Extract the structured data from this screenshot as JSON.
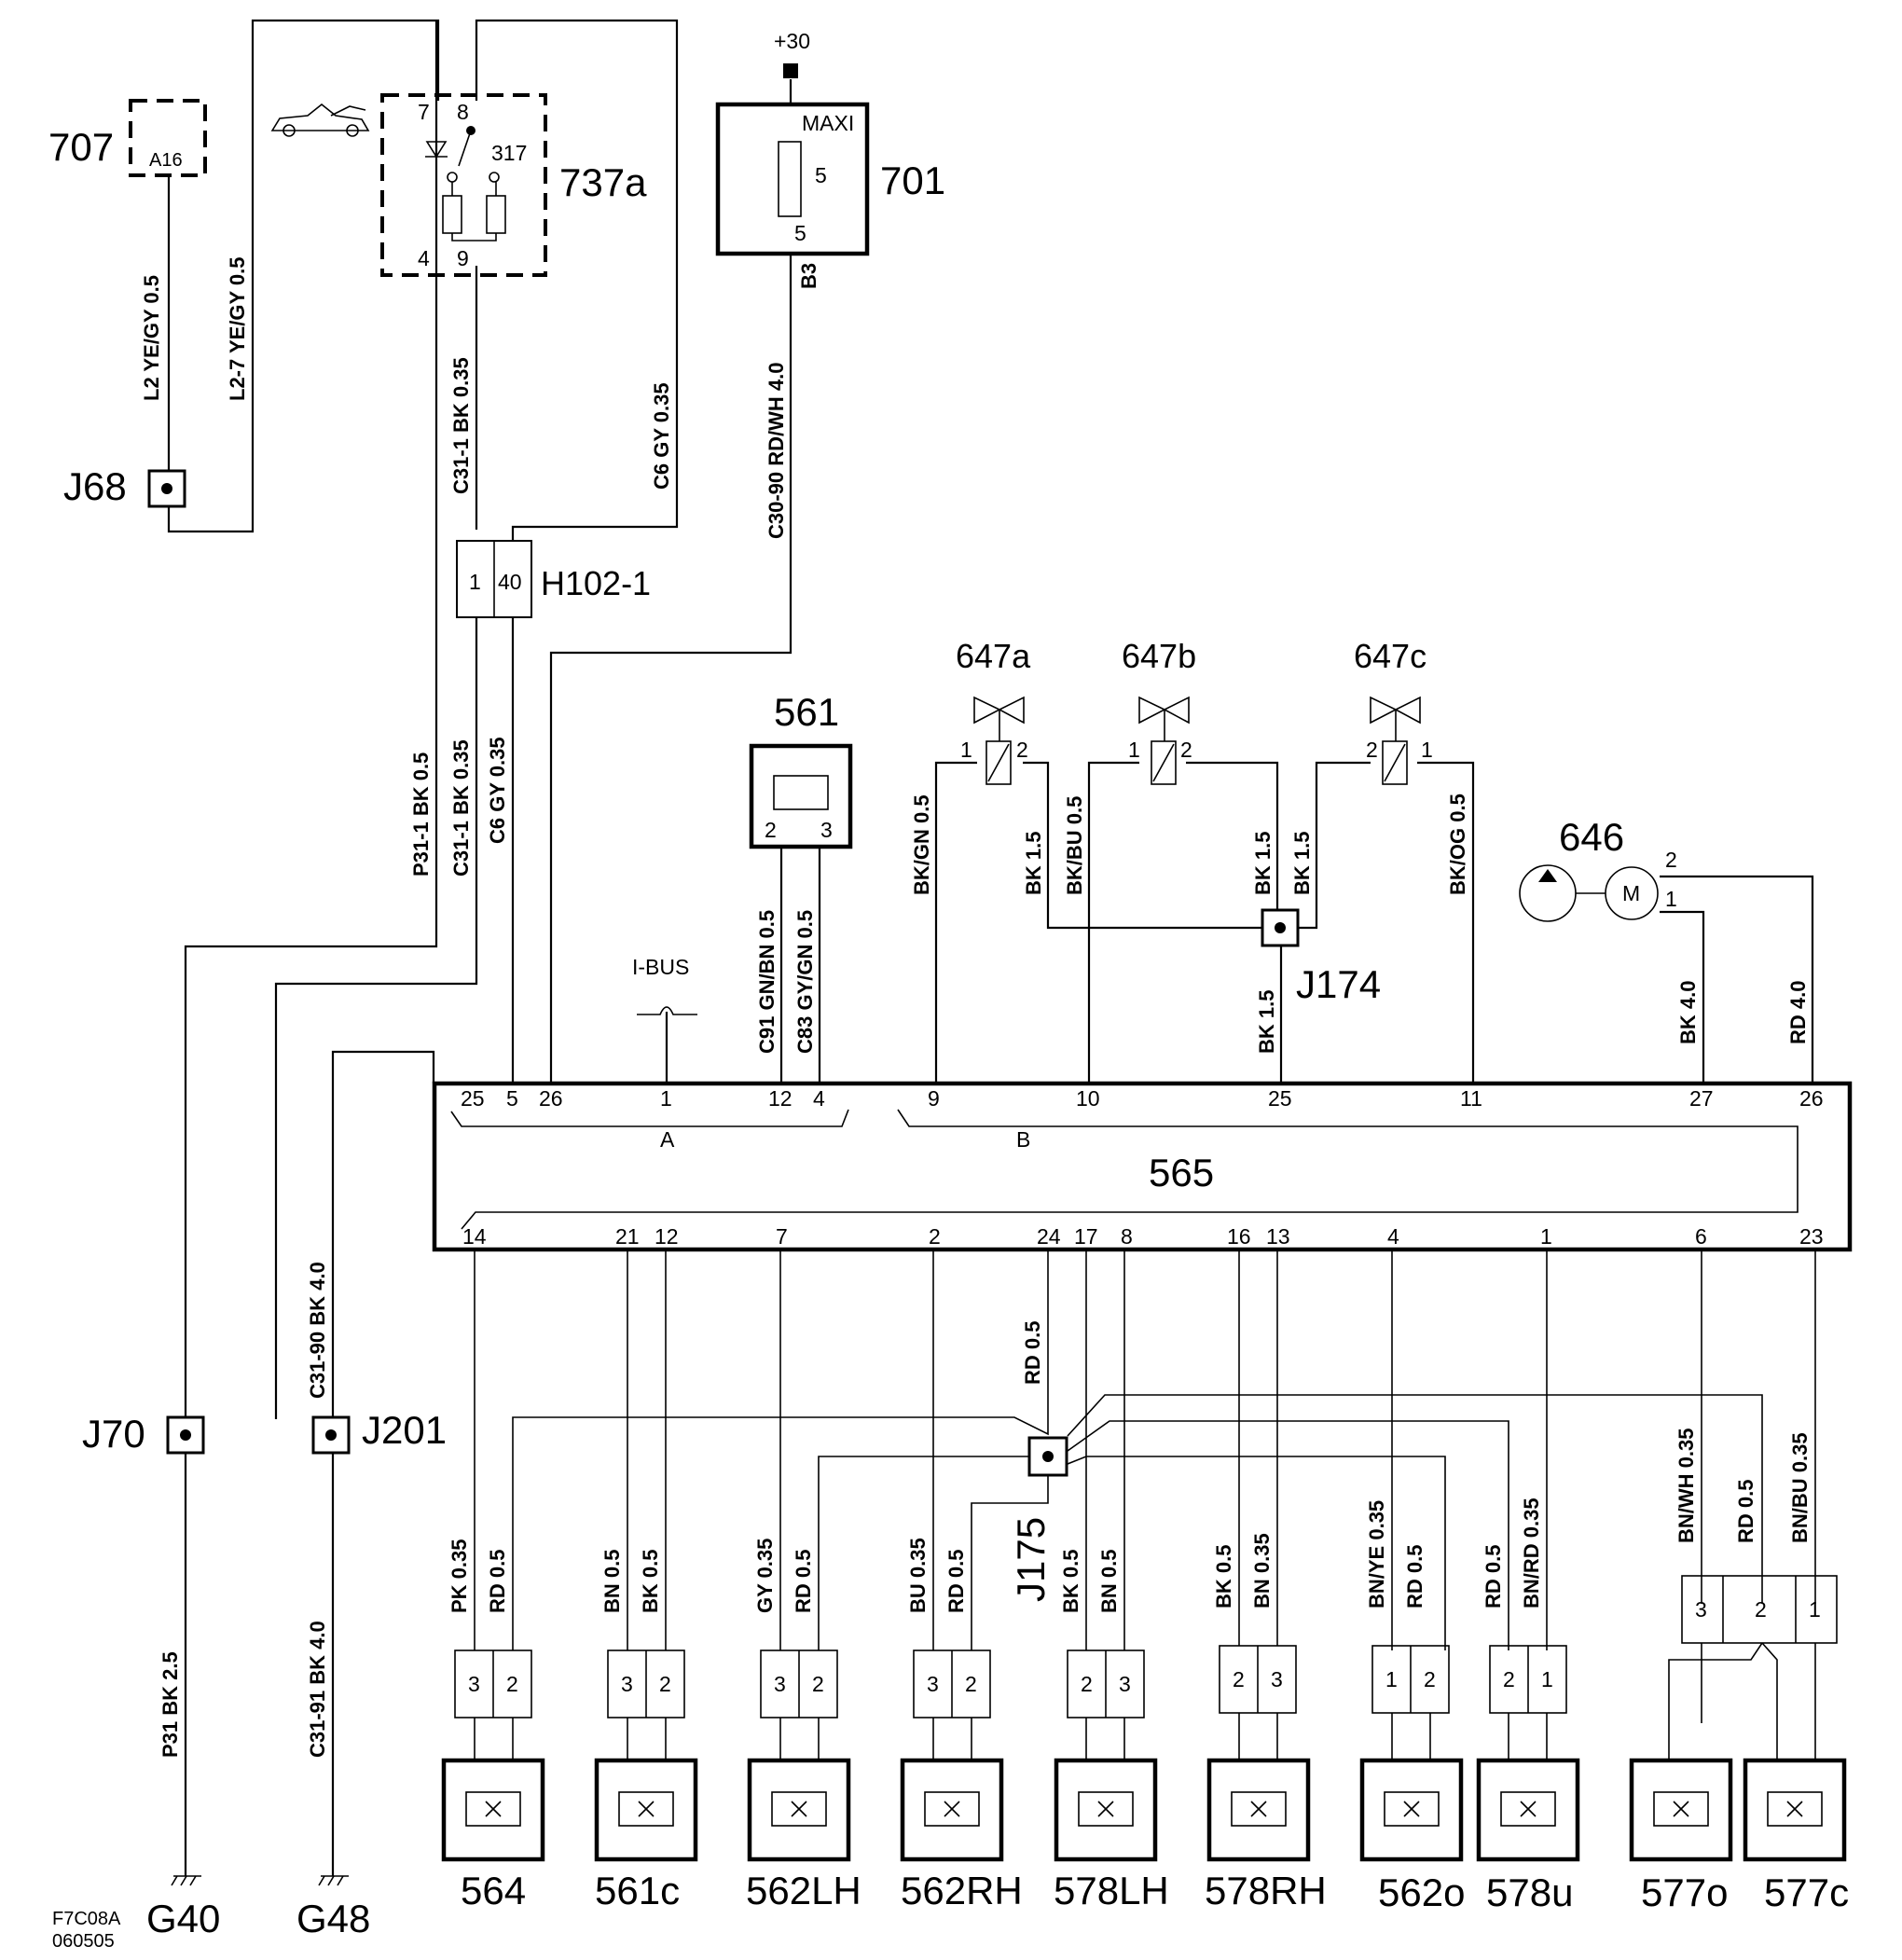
{
  "supply": {
    "label": "+30"
  },
  "components": {
    "c707": {
      "ref": "707",
      "pin": "A16"
    },
    "c737a": {
      "ref": "737a",
      "pins": [
        "7",
        "8",
        "317",
        "4",
        "9"
      ]
    },
    "c701": {
      "ref": "701",
      "type": "MAXI",
      "fuse": "5",
      "pin": "5",
      "out_pin": "B3"
    },
    "c561": {
      "ref": "561",
      "pins": [
        "2",
        "3"
      ]
    },
    "c647a": {
      "ref": "647a",
      "pins": [
        "1",
        "2"
      ]
    },
    "c647b": {
      "ref": "647b",
      "pins": [
        "1",
        "2"
      ]
    },
    "c647c": {
      "ref": "647c",
      "pins": [
        "2",
        "1"
      ]
    },
    "c646": {
      "ref": "646",
      "motor": "M",
      "pins": [
        "2",
        "1"
      ]
    },
    "c565": {
      "ref": "565",
      "section_a": "A",
      "section_b": "B",
      "top_pins": [
        "25",
        "5",
        "26",
        "1",
        "12",
        "4",
        "9",
        "10",
        "25",
        "11",
        "27",
        "26"
      ],
      "bottom_pins": [
        "14",
        "21",
        "12",
        "7",
        "2",
        "24",
        "17",
        "8",
        "16",
        "13",
        "4",
        "1",
        "6",
        "23"
      ]
    },
    "h102": {
      "ref": "H102-1",
      "pins": [
        "1",
        "40"
      ]
    },
    "ibus": {
      "label": "I-BUS"
    }
  },
  "junctions": {
    "j68": "J68",
    "j70": "J70",
    "j201": "J201",
    "j174": "J174",
    "j175": "J175"
  },
  "grounds": {
    "g40": "G40",
    "g48": "G48"
  },
  "wires": {
    "w1": "L2  YE/GY 0.5",
    "w2": "L2-7  YE/GY 0.5",
    "w3": "C31-1 BK  0.35",
    "w4": "C6  GY  0.35",
    "w5": "C30-90  RD/WH 4.0",
    "w6": "P31-1 BK  0.5",
    "w7": "C31-1 BK  0.35",
    "w8": "C6  GY 0.35",
    "w9": "C91  GN/BN  0.5",
    "w10": "C83  GY/GN  0.5",
    "w11": "BK/GN 0.5",
    "w12": "BK 1.5",
    "w13": "BK/BU 0.5",
    "w14": "BK 1.5",
    "w15": "BK 1.5",
    "w16": "BK/OG 0.5",
    "w17": "BK 1.5",
    "w18": "BK  4.0",
    "w19": "RD  4.0",
    "w20": "C31-90  BK  4.0",
    "w21": "P31  BK  2.5",
    "w22": "C31-91  BK  4.0",
    "w23": "RD  0.5",
    "w24": "BN/WH 0.35",
    "w25": "RD  0.5",
    "w26": "BN/BU 0.35"
  },
  "bottom_connectors": [
    {
      "ref": "564",
      "wire_a": "PK 0.35",
      "wire_b": "RD  0.5",
      "pins": [
        "3",
        "2"
      ]
    },
    {
      "ref": "561c",
      "wire_a": "BN  0.5",
      "wire_b": "BK  0.5",
      "pins": [
        "3",
        "2"
      ]
    },
    {
      "ref": "562LH",
      "wire_a": "GY  0.35",
      "wire_b": "RD  0.5",
      "pins": [
        "3",
        "2"
      ]
    },
    {
      "ref": "562RH",
      "wire_a": "BU  0.35",
      "wire_b": "RD  0.5",
      "pins": [
        "3",
        "2"
      ]
    },
    {
      "ref": "578LH",
      "wire_a": "BK  0.5",
      "wire_b": "BN  0.5",
      "pins": [
        "2",
        "3"
      ]
    },
    {
      "ref": "578RH",
      "wire_a": "BK  0.5",
      "wire_b": "BN   0.35",
      "pins": [
        "2",
        "3"
      ]
    },
    {
      "ref": "562o",
      "wire_a": "BN/YE 0.35",
      "wire_b": "RD  0.5",
      "pins": [
        "1",
        "2"
      ]
    },
    {
      "ref": "578u",
      "wire_a": "RD  0.5",
      "wire_b": "BN/RD 0.35",
      "pins": [
        "2",
        "1"
      ]
    }
  ],
  "connector_577": {
    "pins": [
      "3",
      "2",
      "1"
    ],
    "refs": [
      "577o",
      "577c"
    ]
  },
  "footer": {
    "code": "F7C08A",
    "date": "060505"
  }
}
